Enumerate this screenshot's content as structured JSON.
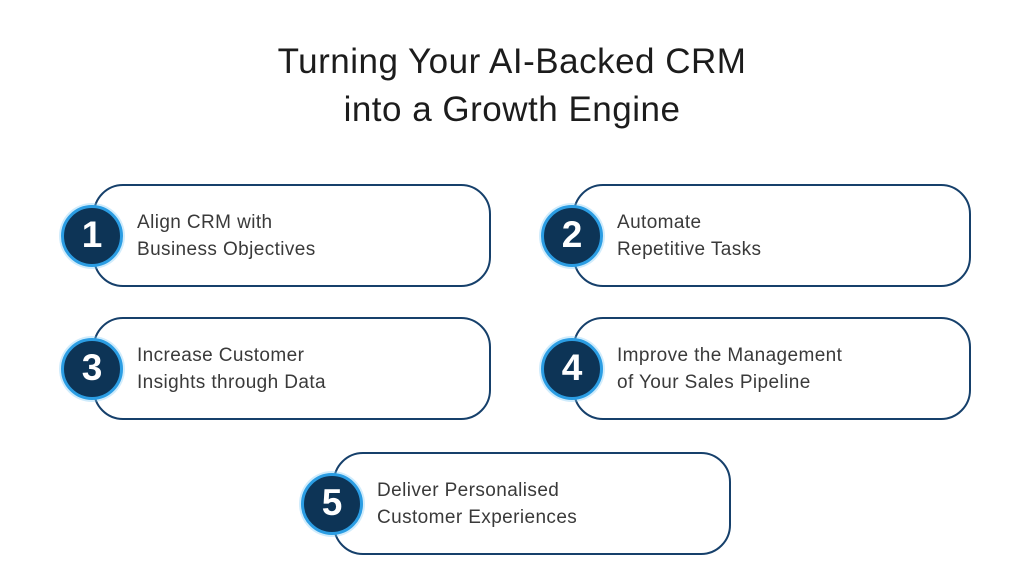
{
  "title": {
    "line1": "Turning Your AI-Backed CRM",
    "line2": "into a Growth Engine"
  },
  "colors": {
    "background": "#ffffff",
    "card_border_navy": "#16406b",
    "badge_fill_navy": "#0d3456",
    "badge_ring_blue": "#2b9de3",
    "badge_number_white": "#ffffff",
    "title_text": "#1c1c1c",
    "body_text": "#3a3a3a"
  },
  "items": [
    {
      "number": "1",
      "line1": "Align CRM with",
      "line2": "Business Objectives"
    },
    {
      "number": "2",
      "line1": "Automate",
      "line2": "Repetitive Tasks"
    },
    {
      "number": "3",
      "line1": "Increase Customer",
      "line2": "Insights through Data"
    },
    {
      "number": "4",
      "line1": "Improve the Management",
      "line2": "of Your Sales Pipeline"
    },
    {
      "number": "5",
      "line1": "Deliver Personalised",
      "line2": "Customer Experiences"
    }
  ]
}
